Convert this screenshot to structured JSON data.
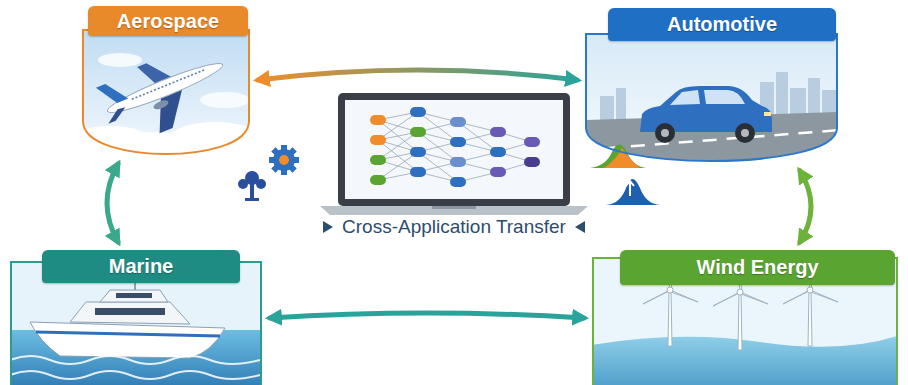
{
  "diagram": {
    "nodes": [
      {
        "text": [
          "Aerospace"
        ]
      },
      {
        "text": [
          "Automotive"
        ]
      },
      {
        "text": [
          "Marine"
        ]
      },
      {
        "text": [
          "Wind Energy"
        ]
      }
    ],
    "edges": [
      {
        "from": 0,
        "to": 1,
        "arrow": "both"
      },
      {
        "from": 0,
        "to": 2,
        "arrow": "both"
      },
      {
        "from": 1,
        "to": 3,
        "arrow": "both"
      },
      {
        "from": 2,
        "to": 3,
        "arrow": "both"
      }
    ],
    "labels": [
      "Cross-Application Transfer"
    ]
  }
}
